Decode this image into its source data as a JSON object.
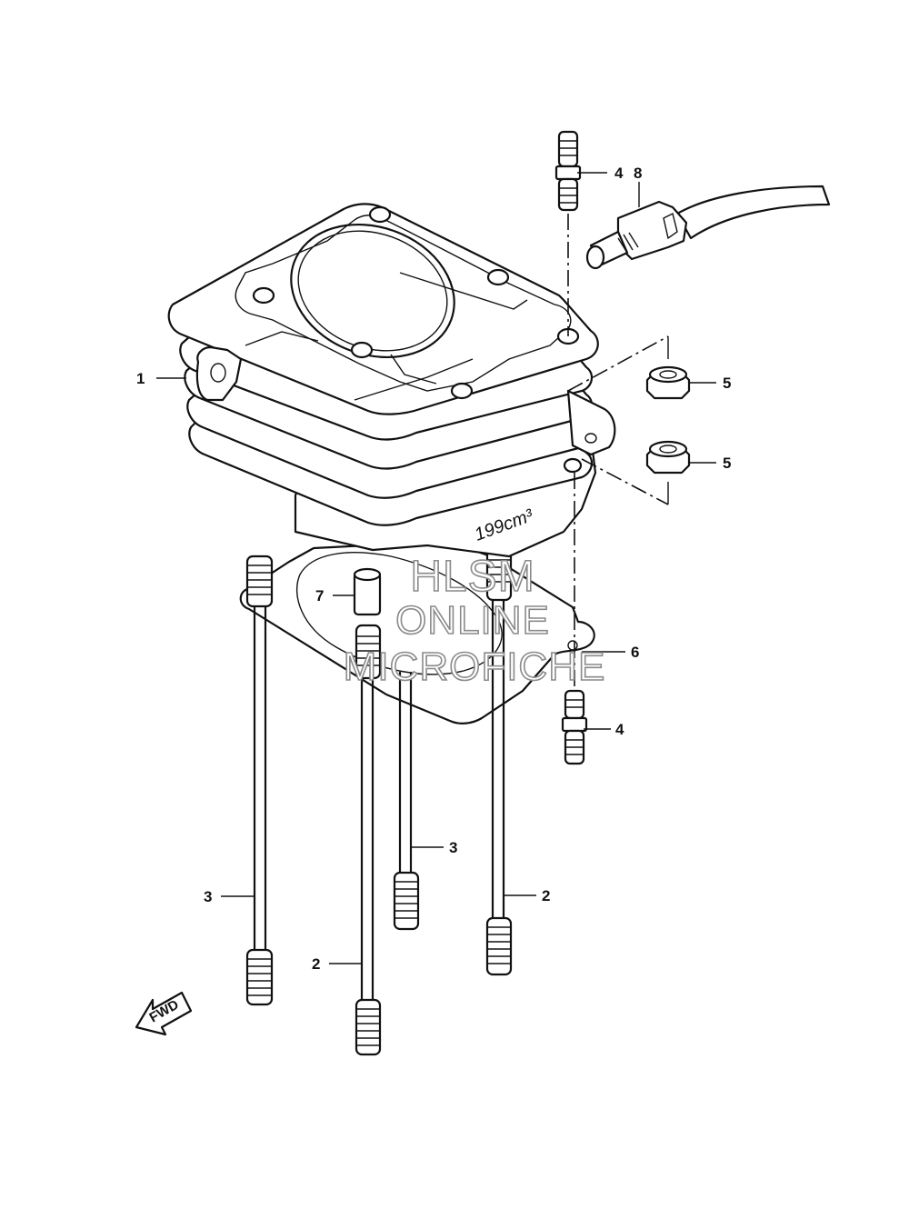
{
  "watermark": {
    "line1": "HLSM",
    "line2": "ONLINE",
    "line3": "MICROFICHE",
    "stroke_color": "#8a8a8a"
  },
  "cylinder_marking": "199cm³",
  "fwd_label": "FWD",
  "callouts": [
    {
      "key": "c1",
      "label": "1"
    },
    {
      "key": "c2a",
      "label": "2"
    },
    {
      "key": "c2b",
      "label": "2"
    },
    {
      "key": "c3a",
      "label": "3"
    },
    {
      "key": "c3b",
      "label": "3"
    },
    {
      "key": "c4a",
      "label": "4"
    },
    {
      "key": "c4b",
      "label": "4"
    },
    {
      "key": "c5a",
      "label": "5"
    },
    {
      "key": "c5b",
      "label": "5"
    },
    {
      "key": "c6",
      "label": "6"
    },
    {
      "key": "c7",
      "label": "7"
    },
    {
      "key": "c8",
      "label": "8"
    }
  ]
}
